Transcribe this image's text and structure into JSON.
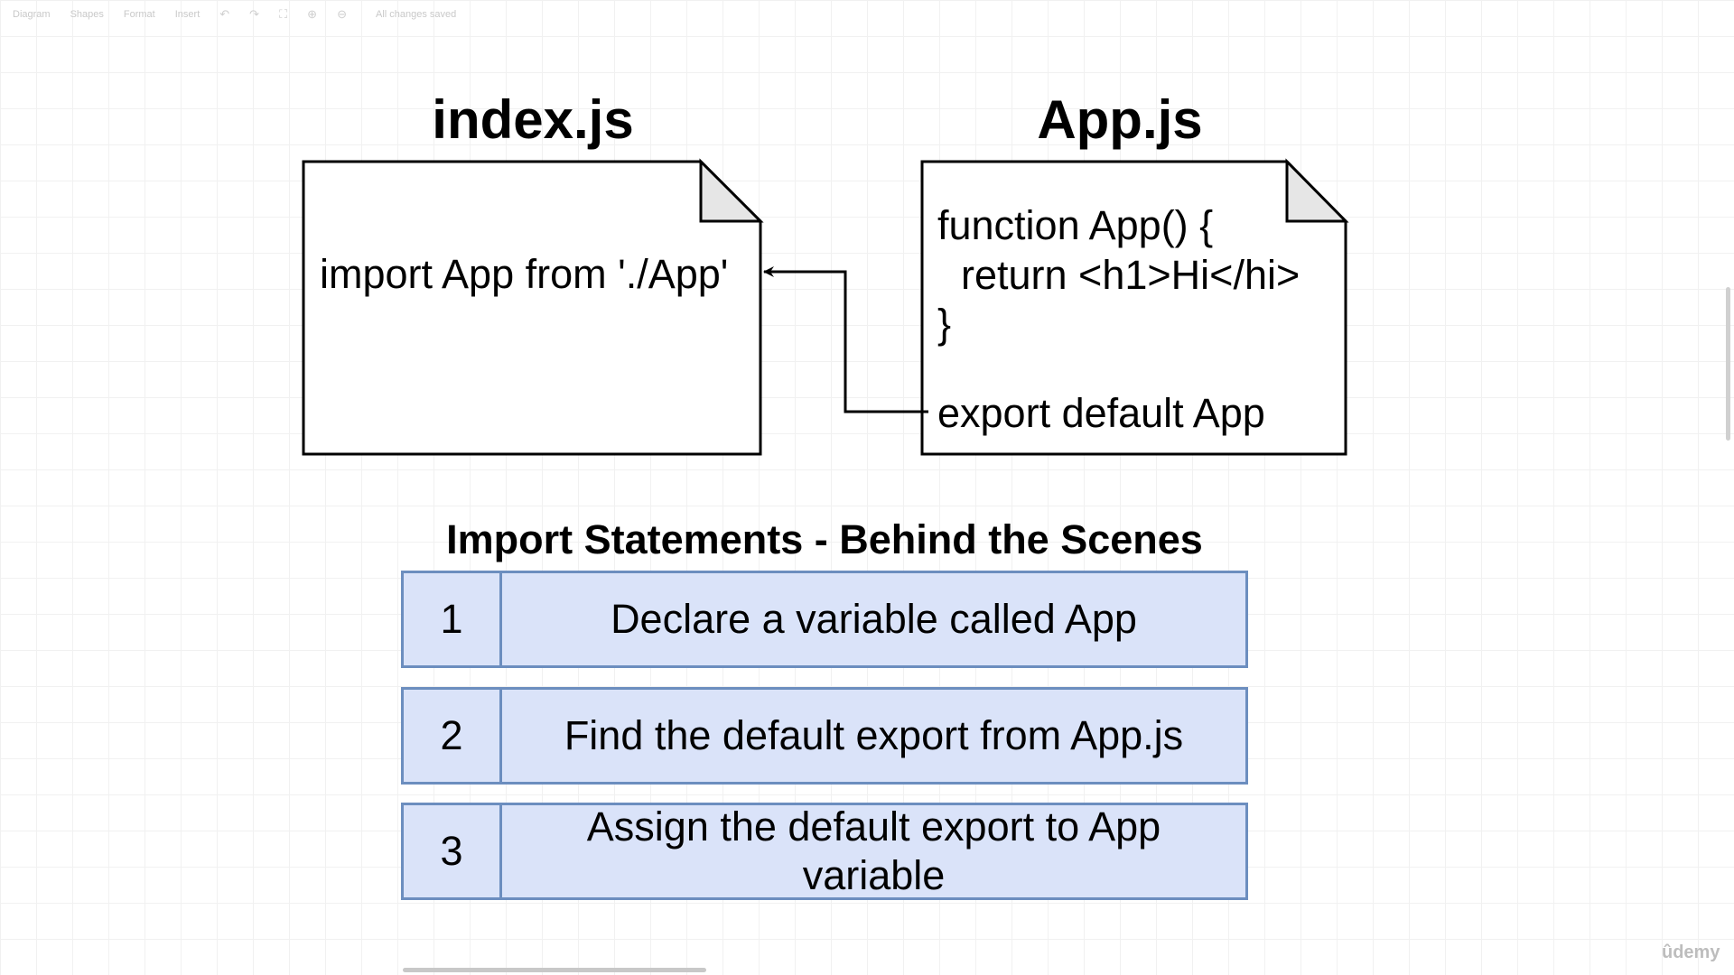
{
  "toolbar": {
    "items": [
      "Diagram",
      "Shapes",
      "Format",
      "Insert"
    ],
    "status": "All changes saved"
  },
  "files": {
    "index": {
      "title": "index.js",
      "code": "import App from './App'"
    },
    "app": {
      "title": "App.js",
      "code_lines": [
        "function App() {",
        "return <h1>Hi</hi>",
        "}",
        "export default App"
      ]
    }
  },
  "section": {
    "title": "Import Statements - Behind the Scenes"
  },
  "steps": [
    {
      "number": "1",
      "text": "Declare a variable called App"
    },
    {
      "number": "2",
      "text": "Find the default export from App.js"
    },
    {
      "number": "3",
      "text": "Assign the default export to App variable"
    }
  ],
  "watermark": "ûdemy",
  "colors": {
    "step_fill": "#dae3f9",
    "step_border": "#6c8ebf",
    "fold_fill": "#e6e6e6"
  }
}
